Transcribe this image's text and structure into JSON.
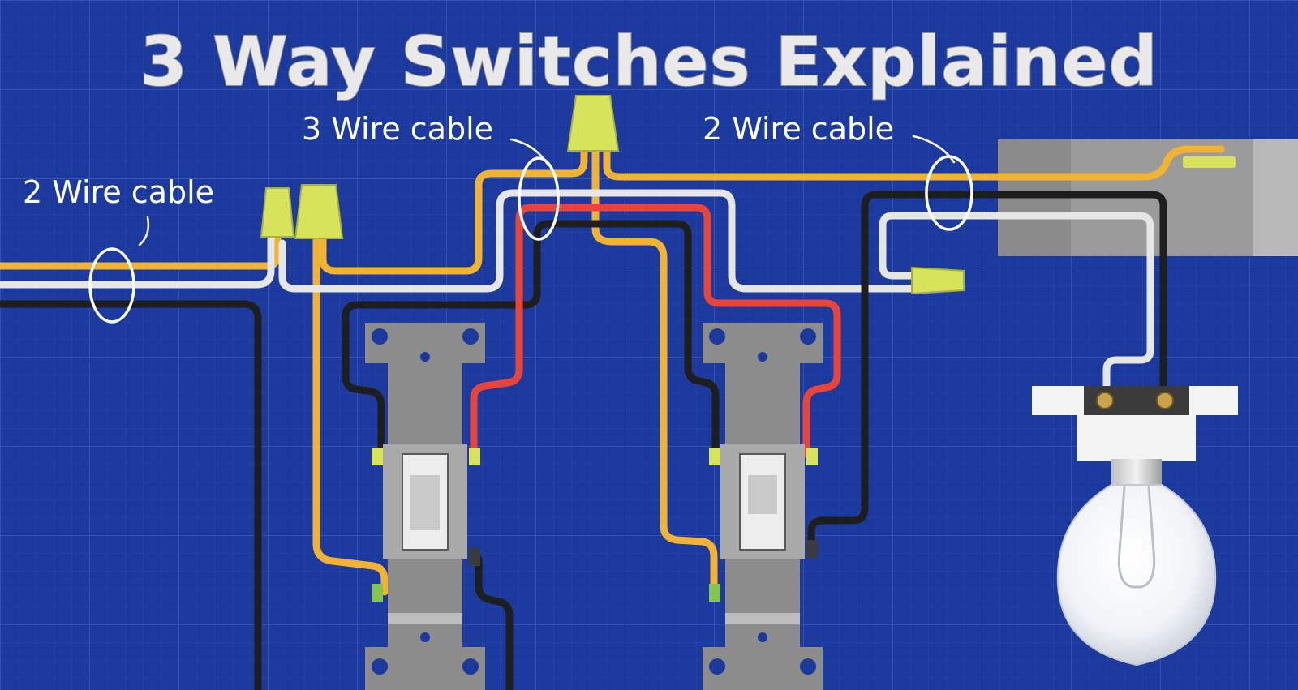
{
  "title": "3 Way Switches Explained",
  "labels": {
    "left_cable": "2 Wire cable",
    "middle_cable": "3 Wire cable",
    "right_cable": "2 Wire cable"
  },
  "colors": {
    "background": "#1c3a9e",
    "hot_wire": "#1e1e1e",
    "neutral_wire": "#e6e6e6",
    "ground_wire": "#f2b232",
    "traveler_wire": "#e8453a",
    "wire_nut": "#d7e35a",
    "switch_body": "#8c8c8c"
  }
}
